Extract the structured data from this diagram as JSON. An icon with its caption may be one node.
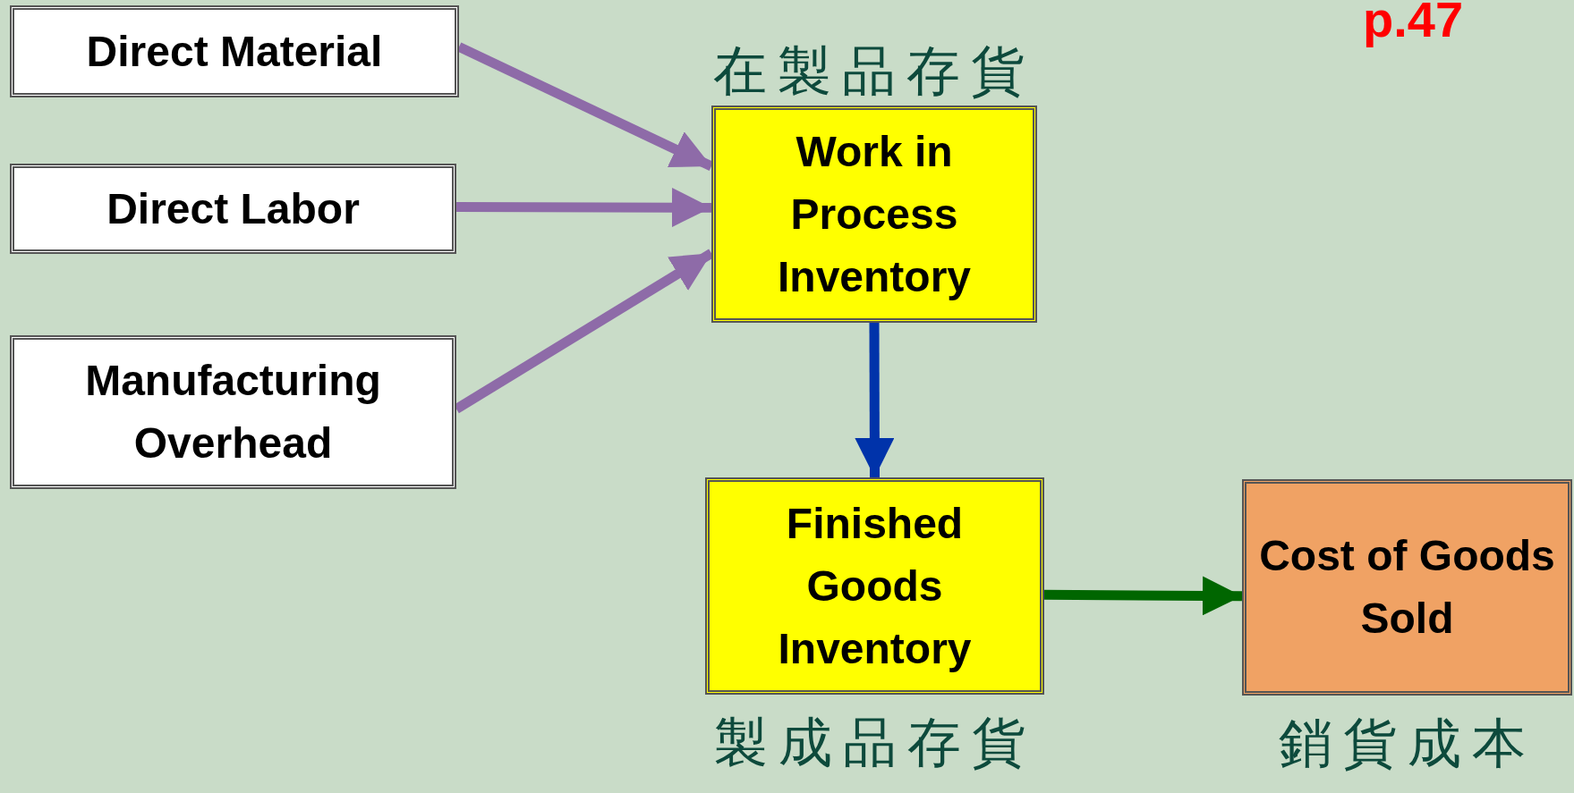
{
  "diagram": {
    "nodes": [
      {
        "text": [
          "Direct Material"
        ]
      },
      {
        "text": [
          "Direct Labor"
        ]
      },
      {
        "text": [
          "Manufacturing Overhead"
        ]
      },
      {
        "text": [
          "在製品存貨",
          "Work in Process Inventory"
        ]
      },
      {
        "text": [
          "Finished Goods Inventory",
          "製成品存貨"
        ]
      },
      {
        "text": [
          "Cost of Goods Sold",
          "銷貨成本"
        ]
      }
    ],
    "edges": [
      {
        "from": 0,
        "to": 3,
        "arrow": "to"
      },
      {
        "from": 1,
        "to": 3,
        "arrow": "to"
      },
      {
        "from": 2,
        "to": 3,
        "arrow": "to"
      },
      {
        "from": 3,
        "to": 4,
        "arrow": "to",
        "color": "#0033aa"
      },
      {
        "from": 4,
        "to": 5,
        "arrow": "to",
        "color": "#006600"
      }
    ],
    "labels": [
      "p.47"
    ]
  }
}
